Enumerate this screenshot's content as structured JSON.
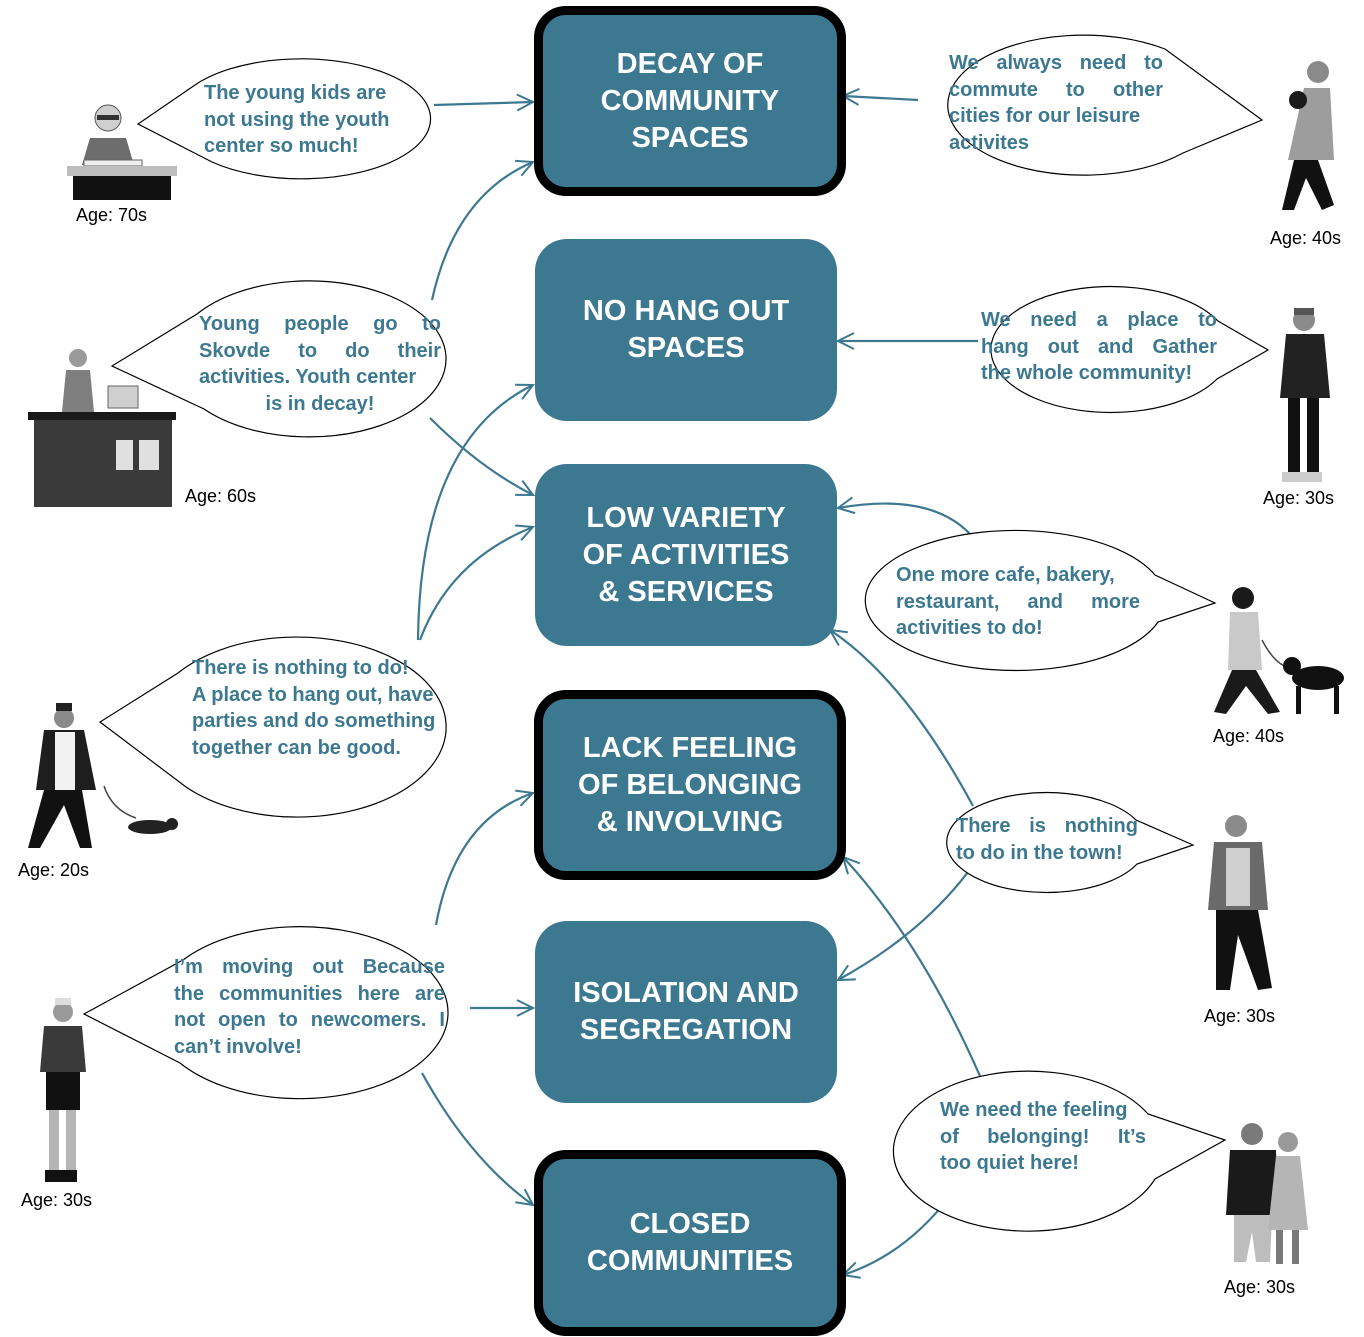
{
  "colors": {
    "box_fill": "#3d7891",
    "quote_text": "#3d7891",
    "arrow": "#3d7891",
    "outline": "#000000"
  },
  "boxes": {
    "decay": [
      "DECAY OF",
      "COMMUNITY",
      "SPACES"
    ],
    "hangout": [
      "NO HANG OUT",
      "SPACES"
    ],
    "variety": [
      "LOW VARIETY",
      "OF ACTIVITIES",
      "& SERVICES"
    ],
    "belonging": [
      "LACK FEELING",
      "OF BELONGING",
      "& INVOLVING"
    ],
    "isolation": [
      "ISOLATION AND",
      "SEGREGATION"
    ],
    "closed": [
      "CLOSED",
      "COMMUNITIES"
    ]
  },
  "quotes": {
    "q70": [
      "The young kids are",
      "not using the youth",
      "center so much!"
    ],
    "q60": [
      "Young people go to",
      "Skovde to do their",
      "activities. Youth center",
      "is in decay!"
    ],
    "q20": [
      "There is nothing to do!",
      "A place to hang out, have",
      "parties and do something",
      "together can be good."
    ],
    "q30l": [
      "I’m moving out Because",
      "the communities here are",
      "not open to newcomers. I",
      "can’t involve!"
    ],
    "q40a": [
      "We always need to",
      "commute to other",
      "cities for our leisure",
      "activites"
    ],
    "q30a": [
      "We need a place to",
      "hang out and Gather",
      "the whole community!"
    ],
    "q40b": [
      "One more cafe, bakery,",
      "restaurant, and more",
      "activities to do!"
    ],
    "q30b": [
      "There is nothing",
      "to do in the town!"
    ],
    "q30c": [
      "We need the feeling",
      "of belonging! It’s",
      "too quiet here!"
    ]
  },
  "ages": {
    "a70": "Age: 70s",
    "a60": "Age: 60s",
    "a20": "Age: 20s",
    "a30l": "Age: 30s",
    "a40a": "Age: 40s",
    "a30a": "Age: 30s",
    "a40b": "Age: 40s",
    "a30b": "Age: 30s",
    "a30c": "Age: 30s"
  },
  "icons": [
    "person-at-desk-icon",
    "cashier-icon",
    "woman-walking-dog-icon",
    "woman-holding-phone-icon",
    "woman-holding-dog-icon",
    "man-standing-icon",
    "person-walking-dog-icon",
    "man-walking-icon",
    "couple-walking-icon"
  ]
}
